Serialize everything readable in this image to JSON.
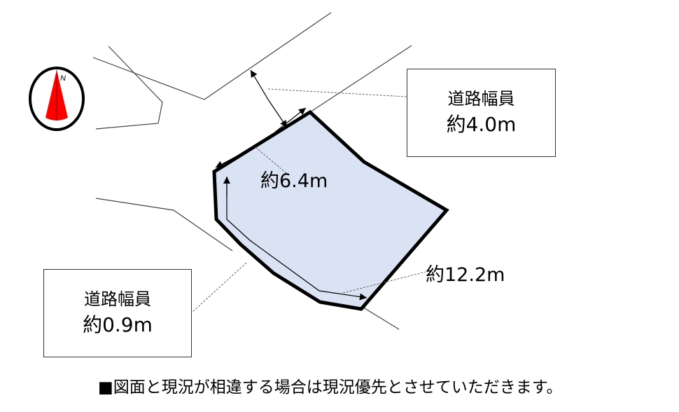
{
  "compass": {
    "label": "N",
    "icon": "north-arrow-icon"
  },
  "road_top": {
    "title": "道路幅員",
    "width": "約4.0m"
  },
  "road_bottom": {
    "title": "道路幅員",
    "width": "約0.9m"
  },
  "dimensions": {
    "frontage": "約6.4m",
    "side": "約12.2m"
  },
  "footnote": "■図面と現況が相違する場合は現況優先とさせていただきます。",
  "colors": {
    "lot_fill": "#dae3f3",
    "lot_stroke": "#000000",
    "compass_red": "#ff0000"
  }
}
